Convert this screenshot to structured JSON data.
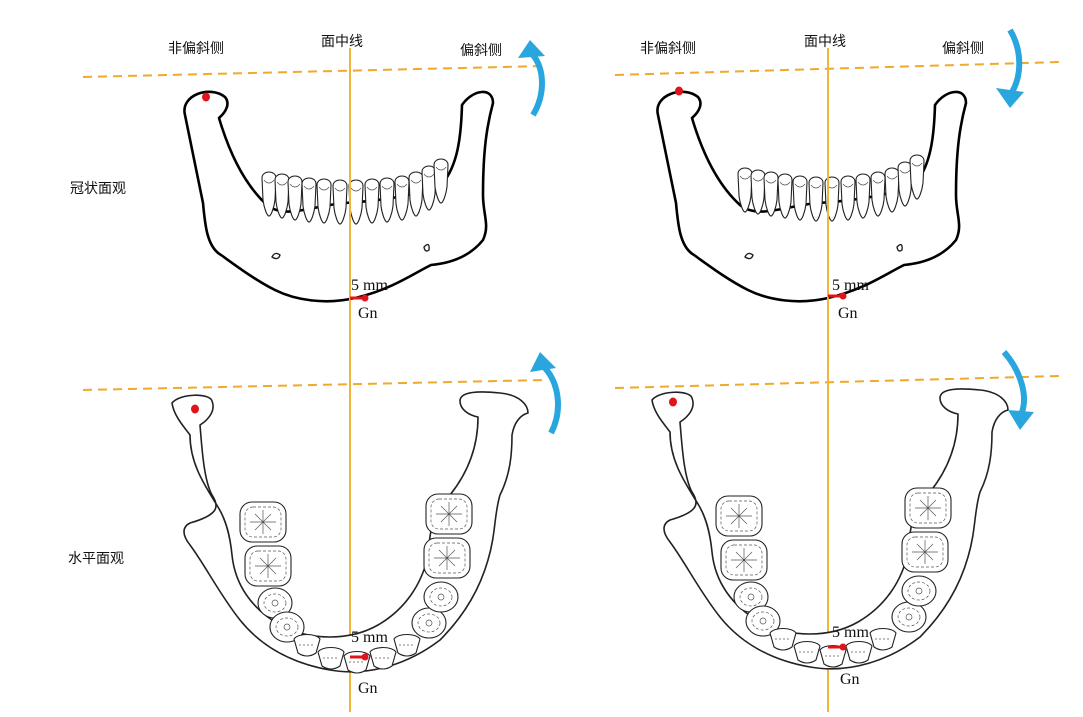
{
  "labels": {
    "non_deviated_side": "非偏斜侧",
    "facial_midline": "面中线",
    "deviated_side": "偏斜侧",
    "coronal_view": "冠状面观",
    "horizontal_view": "水平面观",
    "distance": "5 mm",
    "gnathion": "Gn"
  },
  "colors": {
    "midline": "#f2b637",
    "reference_dash": "#f0a928",
    "rotation_arrow": "#2aa6df",
    "landmark": "#e0141b",
    "outline": "#000000"
  },
  "panels": [
    {
      "view": "coronal",
      "rotation": "counterclockwise",
      "arrow_icon": "curved-arrow-up-icon"
    },
    {
      "view": "coronal",
      "rotation": "clockwise",
      "arrow_icon": "curved-arrow-down-icon"
    },
    {
      "view": "horizontal",
      "rotation": "counterclockwise",
      "arrow_icon": "curved-arrow-up-icon"
    },
    {
      "view": "horizontal",
      "rotation": "clockwise",
      "arrow_icon": "curved-arrow-down-icon"
    }
  ]
}
